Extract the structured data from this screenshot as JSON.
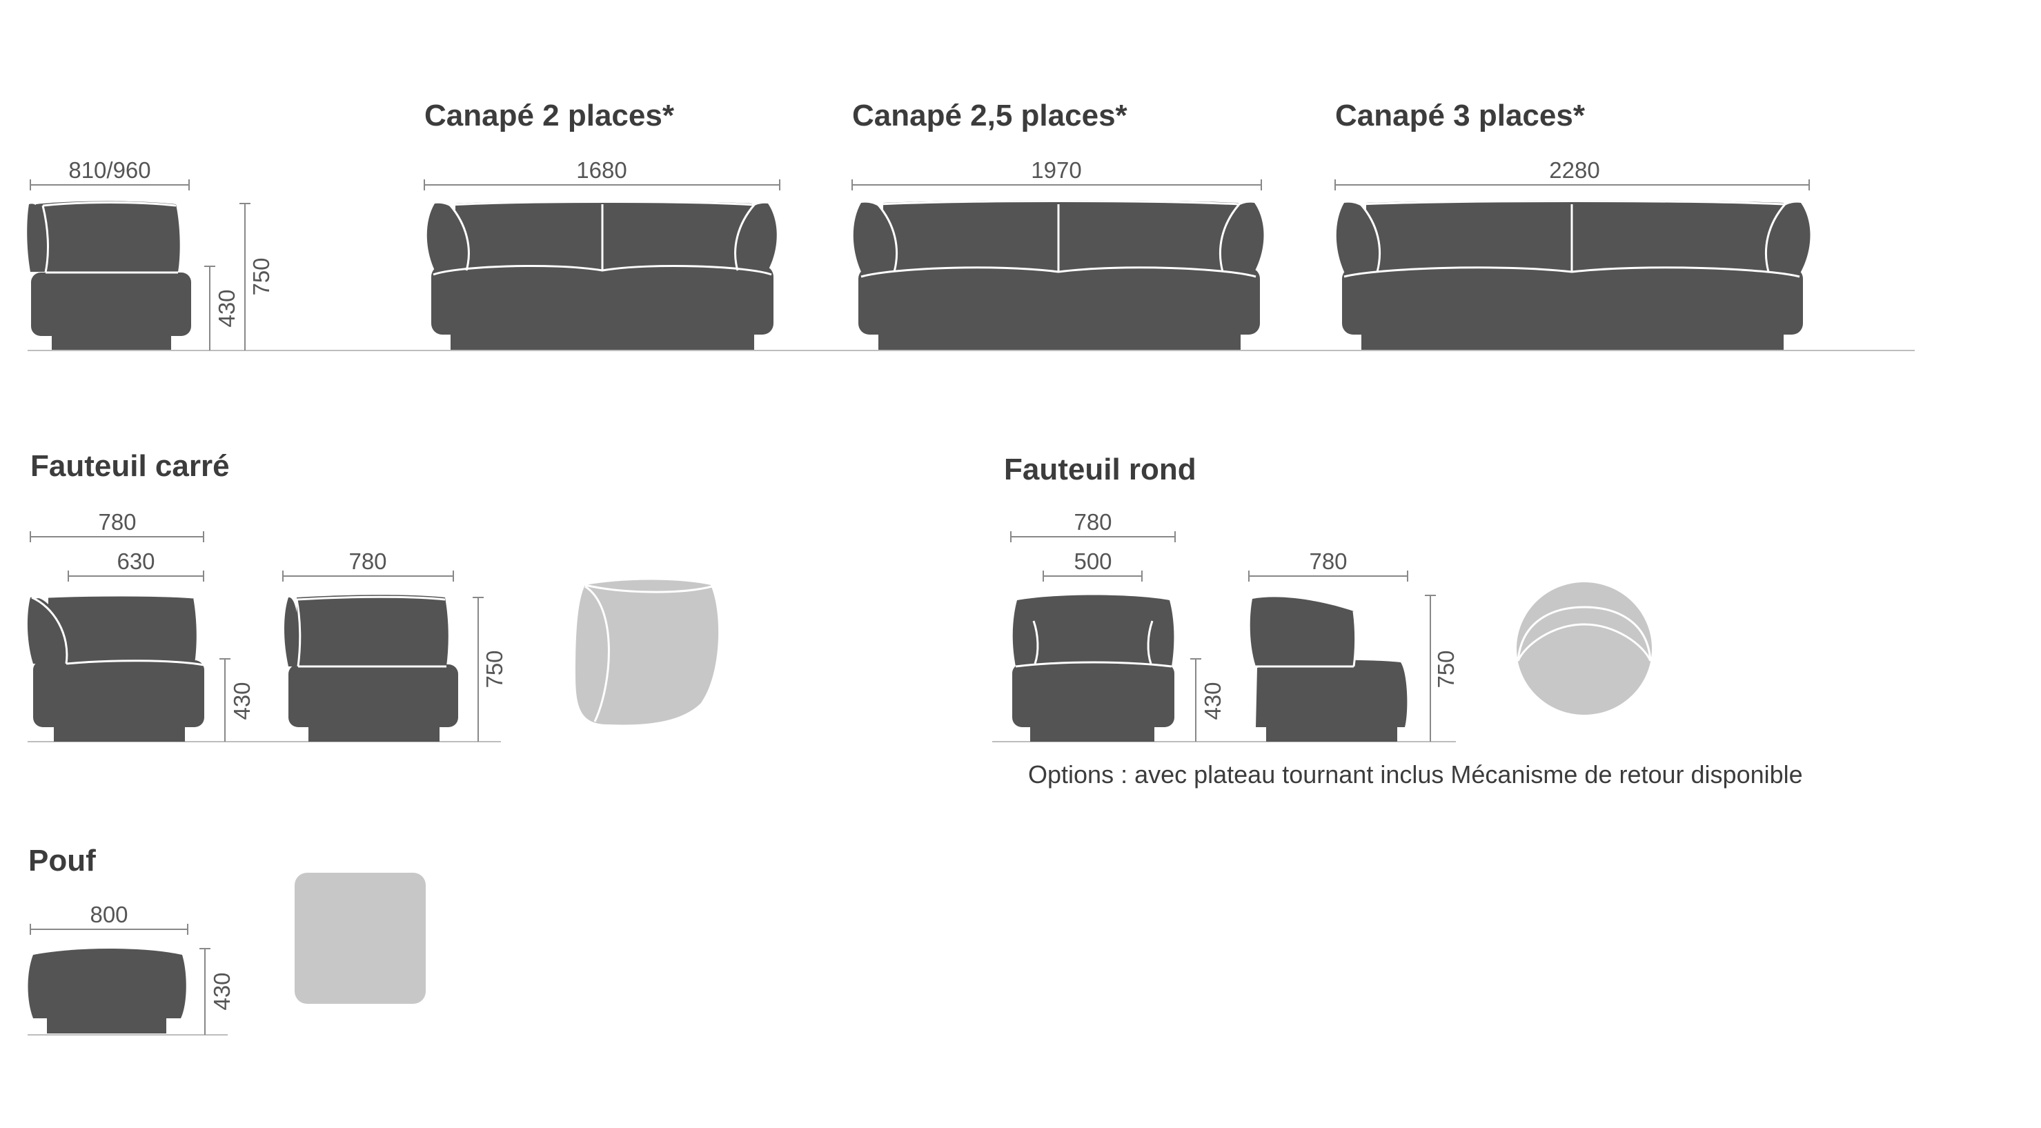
{
  "titles": {
    "sofa2": "Canapé 2 places*",
    "sofa25": "Canapé 2,5 places*",
    "sofa3": "Canapé 3 places*",
    "armchair_square": "Fauteuil carré",
    "armchair_round": "Fauteuil rond",
    "pouf": "Pouf"
  },
  "dimensions": {
    "module_width": "810/960",
    "module_seat_height": "430",
    "module_height": "750",
    "sofa2_width": "1680",
    "sofa25_width": "1970",
    "sofa3_width": "2280",
    "square_width_outer": "780",
    "square_width_inner": "630",
    "square_side_width": "780",
    "square_seat_height": "430",
    "square_height": "750",
    "round_width_outer": "780",
    "round_width_inner": "500",
    "round_side_width": "780",
    "round_seat_height": "430",
    "round_height": "750",
    "pouf_width": "800",
    "pouf_height": "430"
  },
  "options_note": "Options : avec plateau tournant inclus Mécanisme de retour disponible",
  "colors": {
    "upholstery": "#545454",
    "top_view": "#c7c7c7",
    "measure_line": "#888888",
    "text": "#3c3c3c"
  }
}
